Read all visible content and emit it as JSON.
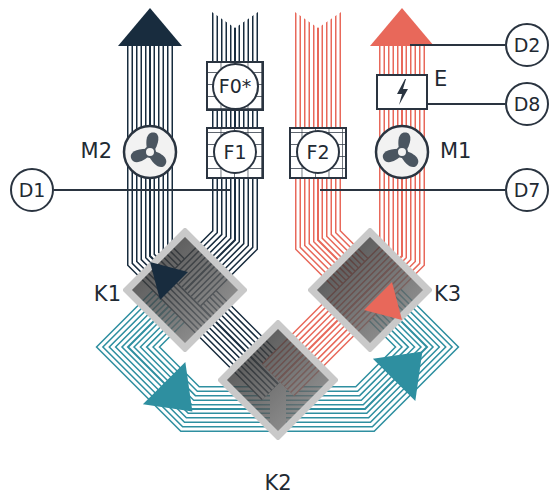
{
  "diagram": {
    "nodes": [
      {
        "text": [
          "D2"
        ]
      },
      {
        "text": [
          "F0*"
        ]
      },
      {
        "text": [
          "E"
        ]
      },
      {
        "text": [
          "D8"
        ]
      },
      {
        "text": [
          "M2"
        ]
      },
      {
        "text": [
          "F1"
        ]
      },
      {
        "text": [
          "F2"
        ]
      },
      {
        "text": [
          "M1"
        ]
      },
      {
        "text": [
          "D1"
        ]
      },
      {
        "text": [
          "D7"
        ]
      },
      {
        "text": [
          "K1"
        ]
      },
      {
        "text": [
          "K3"
        ]
      },
      {
        "text": [
          "K2"
        ]
      }
    ],
    "edges": [
      {
        "from": 3,
        "to": 2,
        "arrow": "none"
      }
    ]
  }
}
